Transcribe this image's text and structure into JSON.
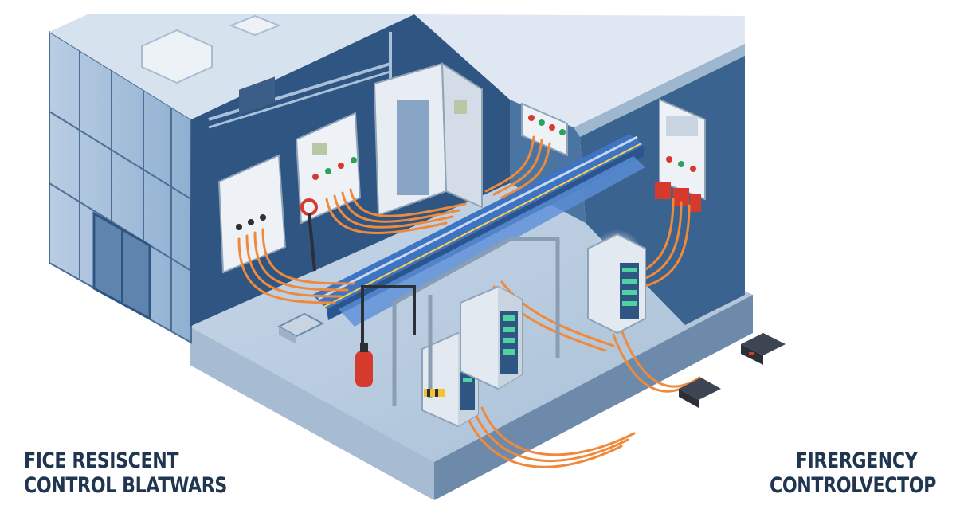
{
  "captions": {
    "left": {
      "line1": "FICE RESISCENT",
      "line2": "CONTROL BLATWARS"
    },
    "right": {
      "line1": "FIRERGENCY",
      "line2": "CONTROLVECTOP"
    }
  },
  "colors": {
    "wall_dark": "#2f5682",
    "wall_light": "#6f93bd",
    "floor": "#b9cce0",
    "roof": "#d6e2ee",
    "cable_orange": "#ef8a3c",
    "panel_white": "#eef2f6",
    "tray_blue": "#3d74c4",
    "extinguisher_red": "#d63a2c",
    "caption_text": "#1f3550"
  },
  "icons": [
    "building-icon",
    "control-panel-icon",
    "cable-tray-icon",
    "server-rack-icon",
    "fire-extinguisher-icon",
    "junction-box-icon"
  ]
}
